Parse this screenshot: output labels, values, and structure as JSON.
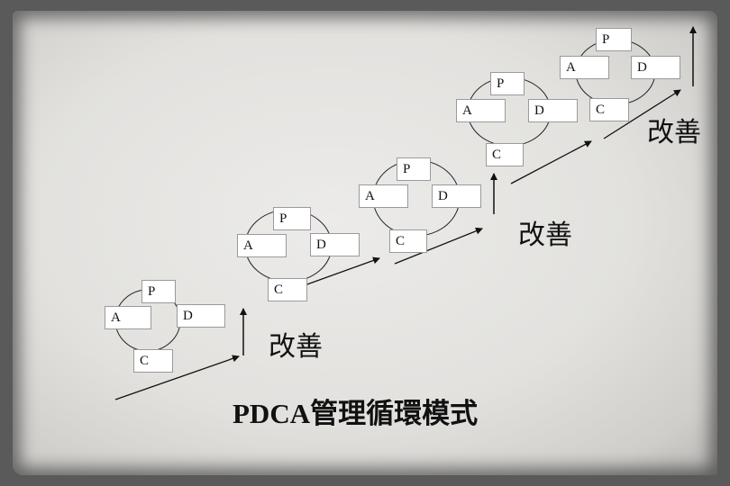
{
  "title": {
    "latin": "PDCA",
    "cjk": "管理循環模式"
  },
  "improve_label": "改善",
  "cycle_labels": {
    "p": "P",
    "d": "D",
    "c": "C",
    "a": "A"
  },
  "colors": {
    "paper": "#e4e3e0",
    "border": "#4a4a4a",
    "ink": "#111111"
  }
}
